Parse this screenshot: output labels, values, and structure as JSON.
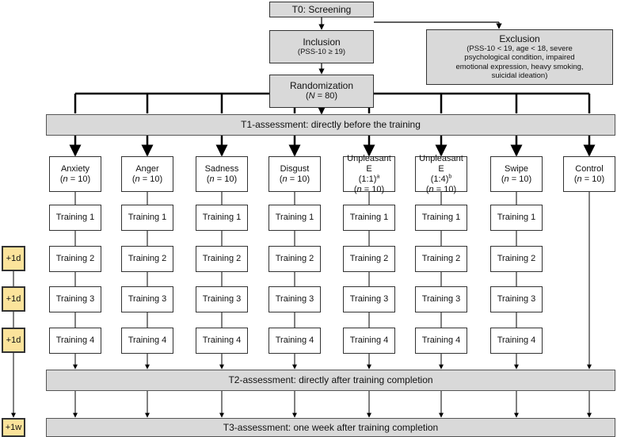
{
  "screening": "T0: Screening",
  "inclusion": {
    "title": "Inclusion",
    "criterion": "(PSS-10 ≥ 19)"
  },
  "exclusion": {
    "title": "Exclusion",
    "lines": [
      "(PSS-10 < 19, age < 18, severe",
      "psychological condition, impaired",
      "emotional expression, heavy smoking,",
      "suicidal ideation)"
    ]
  },
  "randomization": {
    "title": "Randomization",
    "n_var": "N",
    "n_text": " = 80"
  },
  "t1": "T1-assessment: directly before the training",
  "t2": "T2-assessment: directly after training completion",
  "t3": "T3-assessment: one week after training completion",
  "n_var": "n",
  "n_text": " = 10",
  "groups": [
    {
      "name": "Anxiety"
    },
    {
      "name": "Anger"
    },
    {
      "name": "Sadness"
    },
    {
      "name": "Disgust"
    },
    {
      "name": "Unpleasant E",
      "ratio": "(1:1)",
      "note": "a"
    },
    {
      "name": "Unpleasant E",
      "ratio": "(1:4)",
      "note": "b"
    },
    {
      "name": "Swipe"
    },
    {
      "name": "Control"
    }
  ],
  "trainings": [
    "Training 1",
    "Training 2",
    "Training 3",
    "Training 4"
  ],
  "intervals": [
    "+1d",
    "+1d",
    "+1d",
    "+1w"
  ],
  "colors": {
    "grey_box": "#d9d9d9",
    "interval_fill": "#fbe39b",
    "line": "#000000"
  }
}
